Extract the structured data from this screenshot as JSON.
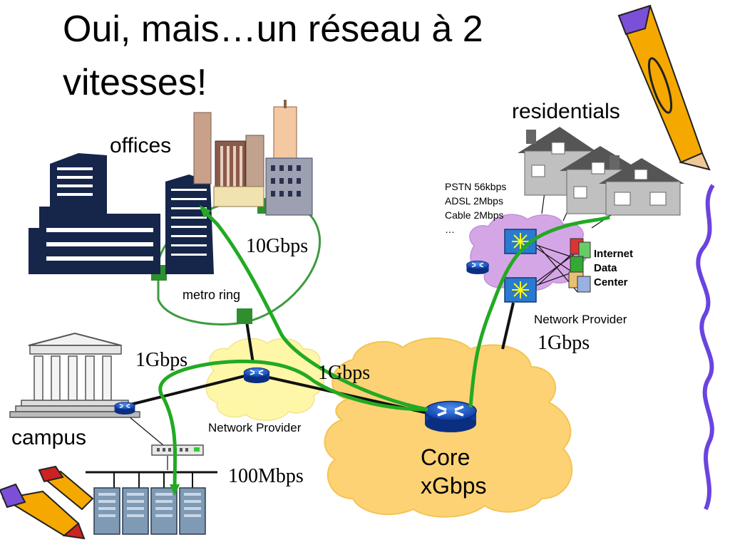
{
  "title": {
    "line1": "Oui, mais…un réseau à 2",
    "line2": "vitesses!"
  },
  "labels": {
    "offices": "offices",
    "residentials": "residentials",
    "campus": "campus",
    "metro_ring": "metro ring",
    "network_provider_left": "Network Provider",
    "network_provider_right": "Network Provider",
    "core_line1": "Core",
    "core_line2": "xGbps",
    "internet_dc_1": "Internet",
    "internet_dc_2": "Data",
    "internet_dc_3": "Center"
  },
  "access": {
    "line1": "PSTN 56kbps",
    "line2": "ADSL 2Mbps",
    "line3": "Cable 2Mbps",
    "line4": "…"
  },
  "speeds": {
    "metro": "10Gbps",
    "campus_link": "1Gbps",
    "provider_core": "1Gbps",
    "right_core": "1Gbps",
    "lan": "100Mbps"
  },
  "colors": {
    "path_green": "#22aa22",
    "cloud_yellow": "#fdd274",
    "cloud_purple": "#d5a6e6",
    "router_blue": "#1d56c8",
    "metro_ring": "#3f9a3f",
    "building_navy": "#16254a"
  }
}
